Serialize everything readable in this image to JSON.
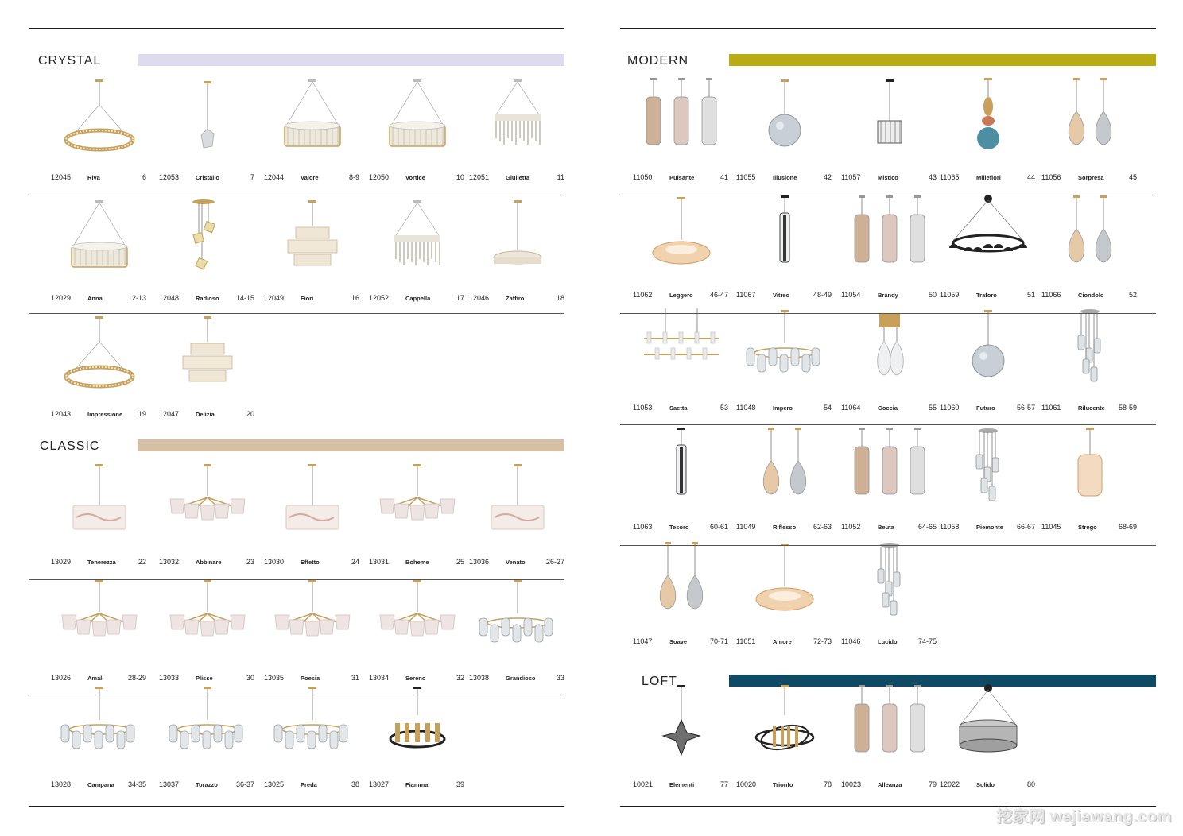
{
  "colors": {
    "crystal": "#dedbef",
    "classic": "#d6bfa4",
    "modern": "#b8ab14",
    "loft": "#0f4a65",
    "brass": "#c7a15a",
    "glass": "#d9dcde",
    "black": "#222222"
  },
  "left": {
    "sections": [
      {
        "title": "CRYSTAL",
        "rows": [
          [
            {
              "code": "12045",
              "name": "Riva",
              "page": "6",
              "icon": "ring-crystal-icon"
            },
            {
              "code": "12053",
              "name": "Cristallo",
              "page": "7",
              "icon": "crystal-pendant-icon"
            },
            {
              "code": "12044",
              "name": "Valore",
              "page": "8-9",
              "icon": "drum-crystal-icon"
            },
            {
              "code": "12050",
              "name": "Vortice",
              "page": "10",
              "icon": "drum-crystal-icon"
            },
            {
              "code": "12051",
              "name": "Giulietta",
              "page": "11",
              "icon": "cascade-crystal-icon"
            }
          ],
          [
            {
              "code": "12029",
              "name": "Anna",
              "page": "12-13",
              "icon": "drum-crystal-icon"
            },
            {
              "code": "12048",
              "name": "Radioso",
              "page": "14-15",
              "icon": "cube-pendants-icon"
            },
            {
              "code": "12049",
              "name": "Fiori",
              "page": "16",
              "icon": "tiered-crystal-icon"
            },
            {
              "code": "12052",
              "name": "Cappella",
              "page": "17",
              "icon": "cascade-crystal-icon"
            },
            {
              "code": "12046",
              "name": "Zaffiro",
              "page": "18",
              "icon": "flat-crystal-icon"
            }
          ],
          [
            {
              "code": "12043",
              "name": "Impressione",
              "page": "19",
              "icon": "ring-crystal-icon"
            },
            {
              "code": "12047",
              "name": "Delizia",
              "page": "20",
              "icon": "tiered-crystal-icon"
            }
          ]
        ]
      },
      {
        "title": "CLASSIC",
        "rows": [
          [
            {
              "code": "13029",
              "name": "Tenerezza",
              "page": "22",
              "icon": "drum-shade-icon"
            },
            {
              "code": "13032",
              "name": "Abbinare",
              "page": "23",
              "icon": "arm-shades-icon"
            },
            {
              "code": "13030",
              "name": "Effetto",
              "page": "24",
              "icon": "drum-shade-icon"
            },
            {
              "code": "13031",
              "name": "Boheme",
              "page": "25",
              "icon": "arm-shades-icon"
            },
            {
              "code": "13036",
              "name": "Venato",
              "page": "26-27",
              "icon": "drum-shade-icon"
            }
          ],
          [
            {
              "code": "13026",
              "name": "Amali",
              "page": "28-29",
              "icon": "arm-shades-icon"
            },
            {
              "code": "13033",
              "name": "Plisse",
              "page": "30",
              "icon": "arm-shades-icon"
            },
            {
              "code": "13035",
              "name": "Poesia",
              "page": "31",
              "icon": "arm-shades-icon"
            },
            {
              "code": "13034",
              "name": "Sereno",
              "page": "32",
              "icon": "arm-shades-icon"
            },
            {
              "code": "13038",
              "name": "Grandioso",
              "page": "33",
              "icon": "arm-glass-icon"
            }
          ],
          [
            {
              "code": "13028",
              "name": "Campana",
              "page": "34-35",
              "icon": "arm-glass-icon"
            },
            {
              "code": "13037",
              "name": "Torazzo",
              "page": "36-37",
              "icon": "arm-glass-icon"
            },
            {
              "code": "13025",
              "name": "Preda",
              "page": "38",
              "icon": "arm-glass-icon"
            },
            {
              "code": "13027",
              "name": "Fiamma",
              "page": "39",
              "icon": "ring-candles-icon"
            }
          ]
        ]
      }
    ]
  },
  "right": {
    "sections": [
      {
        "title": "MODERN",
        "rows": [
          [
            {
              "code": "11050",
              "name": "Pulsante",
              "page": "41",
              "icon": "triple-tube-icon"
            },
            {
              "code": "11055",
              "name": "Illusione",
              "page": "42",
              "icon": "globe-pendant-icon"
            },
            {
              "code": "11057",
              "name": "Mistico",
              "page": "43",
              "icon": "cage-pendant-icon"
            },
            {
              "code": "11065",
              "name": "Millefiori",
              "page": "44",
              "icon": "gourd-pendant-icon"
            },
            {
              "code": "11056",
              "name": "Sorpresa",
              "page": "45",
              "icon": "double-drop-icon"
            }
          ],
          [
            {
              "code": "11062",
              "name": "Leggero",
              "page": "46-47",
              "icon": "saucer-pendant-icon"
            },
            {
              "code": "11067",
              "name": "Vitreo",
              "page": "48-49",
              "icon": "rod-pendant-icon"
            },
            {
              "code": "11054",
              "name": "Brandy",
              "page": "50",
              "icon": "triple-tube-icon"
            },
            {
              "code": "11059",
              "name": "Traforo",
              "page": "51",
              "icon": "ring-spots-icon"
            },
            {
              "code": "11066",
              "name": "Ciondolo",
              "page": "52",
              "icon": "double-drop-icon"
            }
          ],
          [
            {
              "code": "11053",
              "name": "Saetta",
              "page": "53",
              "icon": "linear-bar-icon"
            },
            {
              "code": "11048",
              "name": "Impero",
              "page": "54",
              "icon": "arm-glass-icon"
            },
            {
              "code": "11064",
              "name": "Goccia",
              "page": "55",
              "icon": "wall-sconce-icon"
            },
            {
              "code": "11060",
              "name": "Futuro",
              "page": "56-57",
              "icon": "globe-pendant-icon"
            },
            {
              "code": "11061",
              "name": "Rilucente",
              "page": "58-59",
              "icon": "cluster-tubes-icon"
            }
          ],
          [
            {
              "code": "11063",
              "name": "Tesoro",
              "page": "60-61",
              "icon": "rod-pendant-icon"
            },
            {
              "code": "11049",
              "name": "Riflesso",
              "page": "62-63",
              "icon": "double-drop-icon"
            },
            {
              "code": "11052",
              "name": "Beuta",
              "page": "64-65",
              "icon": "triple-tube-icon"
            },
            {
              "code": "11058",
              "name": "Piemonte",
              "page": "66-67",
              "icon": "cluster-tubes-icon"
            },
            {
              "code": "11045",
              "name": "Strego",
              "page": "68-69",
              "icon": "jar-pendant-icon"
            }
          ],
          [
            {
              "code": "11047",
              "name": "Soave",
              "page": "70-71",
              "icon": "double-drop-icon"
            },
            {
              "code": "11051",
              "name": "Amore",
              "page": "72-73",
              "icon": "saucer-pendant-icon"
            },
            {
              "code": "11046",
              "name": "Lucido",
              "page": "74-75",
              "icon": "cluster-tubes-icon"
            }
          ]
        ]
      },
      {
        "title": "LOFT",
        "rows": [
          [
            {
              "code": "10021",
              "name": "Elementi",
              "page": "77",
              "icon": "star-pendant-icon"
            },
            {
              "code": "10020",
              "name": "Trionfo",
              "page": "78",
              "icon": "orbit-ring-icon"
            },
            {
              "code": "10023",
              "name": "Alleanza",
              "page": "79",
              "icon": "triple-tube-icon"
            },
            {
              "code": "12022",
              "name": "Solido",
              "page": "80",
              "icon": "mesh-drum-icon"
            }
          ]
        ]
      }
    ]
  },
  "watermark": "挖家网 wajiawang.com"
}
